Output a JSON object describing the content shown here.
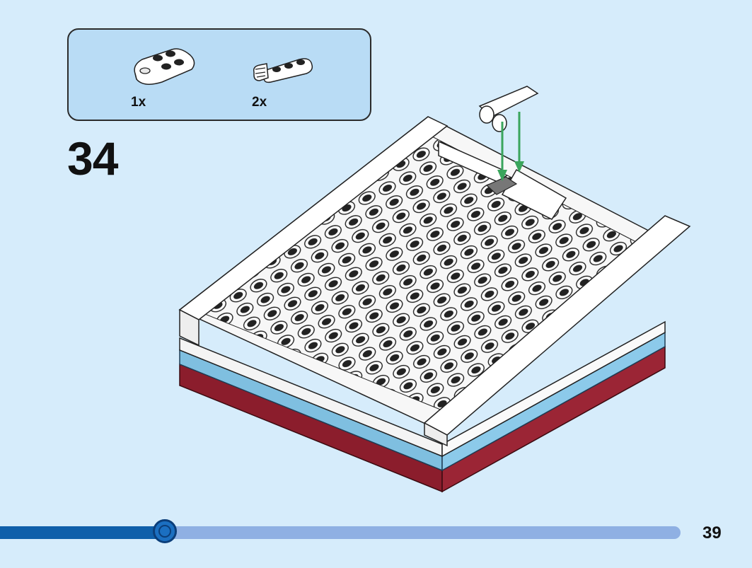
{
  "parts_list": {
    "items": [
      {
        "icon": "round-plate-with-studs-icon",
        "quantity": "1x"
      },
      {
        "icon": "plate-with-clip-icon",
        "quantity": "2x"
      }
    ]
  },
  "step": {
    "number": "34"
  },
  "model": {
    "icon": "lego-base-assembly-illustration"
  },
  "progress": {
    "value_fraction": 0.23
  },
  "page": {
    "number": "39"
  },
  "colors": {
    "background": "#d6ecfb",
    "parts_box": "#b9dcf5",
    "progress_fill": "#0f5faa",
    "progress_track": "#8fb0e3",
    "arrow": "#3aa55c"
  }
}
